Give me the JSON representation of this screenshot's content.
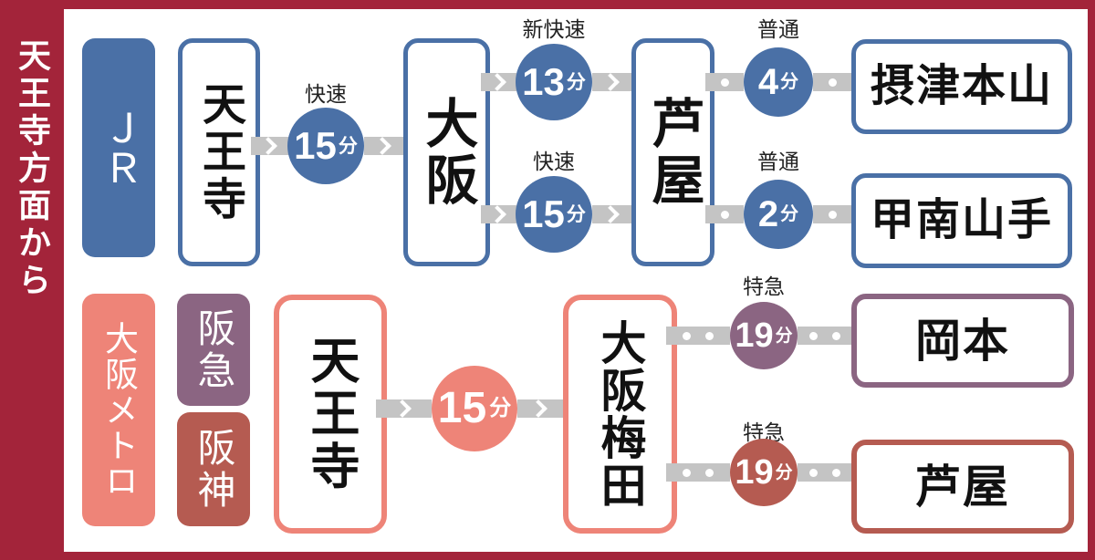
{
  "sidebar": {
    "title": "天王寺方面から"
  },
  "colors": {
    "background": "#a3243a",
    "panel": "#ffffff",
    "jr_blue": "#4a70a6",
    "metro_salmon": "#ee8478",
    "hankyu_purple": "#8b6582",
    "hanshin_red": "#b55b51",
    "connector_gray": "#c4c4c4",
    "station_text": "#111111",
    "label_text": "#222222"
  },
  "icons": {
    "connector_arrow": "chevron-right-icon",
    "connector_stop": "dot-icon"
  },
  "jr": {
    "badge": "ＪＲ",
    "origin": "天王寺",
    "leg1": {
      "type": "快速",
      "min": "15",
      "unit": "分"
    },
    "hub": "大阪",
    "interchange": "芦屋",
    "upper": {
      "leg": {
        "type": "新快速",
        "min": "13",
        "unit": "分"
      },
      "local": {
        "type": "普通",
        "min": "4",
        "unit": "分"
      },
      "dest": "摂津本山"
    },
    "lower": {
      "leg": {
        "type": "快速",
        "min": "15",
        "unit": "分"
      },
      "local": {
        "type": "普通",
        "min": "2",
        "unit": "分"
      },
      "dest": "甲南山手"
    }
  },
  "private": {
    "metro_badge": "大阪メトロ",
    "hankyu_badge": "阪急",
    "hanshin_badge": "阪神",
    "origin": "天王寺",
    "leg1": {
      "min": "15",
      "unit": "分"
    },
    "hub": "大阪梅田",
    "hankyu": {
      "type": "特急",
      "min": "19",
      "unit": "分",
      "dest": "岡本"
    },
    "hanshin": {
      "type": "特急",
      "min": "19",
      "unit": "分",
      "dest": "芦屋"
    }
  }
}
